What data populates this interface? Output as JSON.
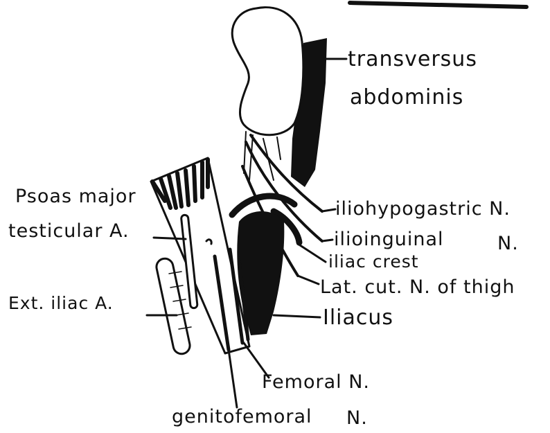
{
  "labels": {
    "transversus_1": "transversus",
    "transversus_2": "abdominis",
    "iliohypogastric": "iliohypogastric N.",
    "psoas_major": "Psoas major",
    "testicular_a": "testicular A.",
    "ilioinguinal_1": "ilioinguinal",
    "ilioinguinal_2": "N.",
    "iliac_crest": "iliac crest",
    "lat_cut_n": "Lat. cut. N. of thigh",
    "ext_iliac_a": "Ext. iliac A.",
    "iliacus": "Iliacus",
    "femoral_n": "Femoral N.",
    "genitofemoral_1": "genitofemoral",
    "genitofemoral_2": "N."
  },
  "colors": {
    "ink": "#111111",
    "paper": "#ffffff"
  }
}
